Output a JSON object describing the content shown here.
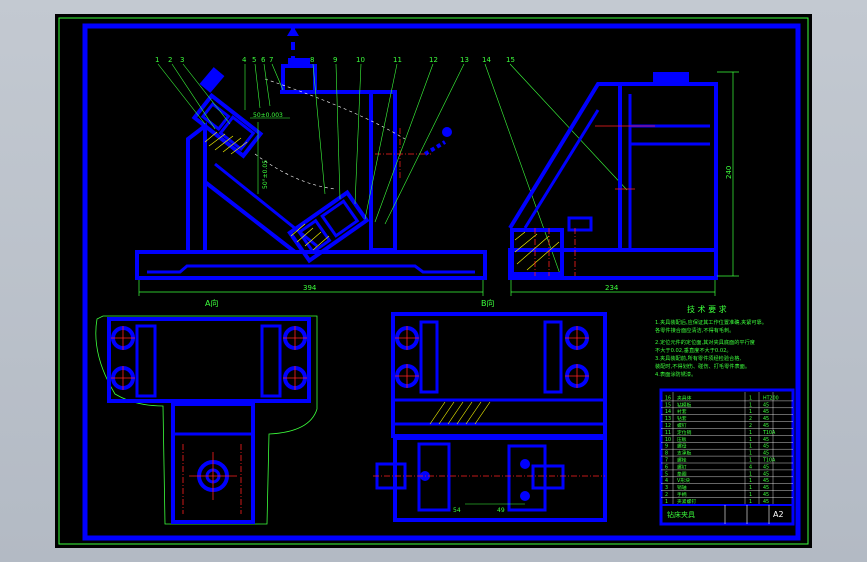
{
  "colors": {
    "background": "#000000",
    "outline": "#0000ff",
    "dimension": "#3cff3c",
    "center": "#ff2020",
    "hatch": "#ffff00",
    "frame": "#ffffff"
  },
  "part_numbers": [
    "1",
    "2",
    "3",
    "4",
    "5",
    "6",
    "7",
    "8",
    "9",
    "10",
    "11",
    "12",
    "13",
    "14",
    "15"
  ],
  "dimensions": {
    "front_width": "394",
    "side_width": "234",
    "side_height": "240",
    "bore_tolerance": "50±0.003",
    "angle_note": "50°±0.05",
    "bottom_a": "54",
    "bottom_b": "49"
  },
  "view_labels": {
    "view_a": "A向",
    "view_b": "B向"
  },
  "tech_requirements": {
    "title": "技 术 要 求",
    "lines": [
      "1.夹具装配后,应保证其工作位置准确,夹紧可靠。",
      "  各零件接合面应清洁,不得有毛刺。",
      "2.定位元件的定位面,其对夹具底面的平行度",
      "  不大于0.02,垂直度不大于0.02。",
      "3.夹具装配前,所有零件须经检验合格,",
      "  装配时,不得划伤、碰伤、打毛零件表面。",
      "  4.表面涂防锈漆。"
    ]
  },
  "title_block": {
    "rows": [
      [
        "16",
        "夹具体",
        "1",
        "HT200"
      ],
      [
        "15",
        "钻模板",
        "1",
        "45"
      ],
      [
        "14",
        "衬套",
        "1",
        "45"
      ],
      [
        "13",
        "钻套",
        "2",
        "45"
      ],
      [
        "12",
        "螺钉",
        "2",
        "45"
      ],
      [
        "11",
        "定位销",
        "1",
        "T10A"
      ],
      [
        "10",
        "压板",
        "1",
        "45"
      ],
      [
        "9",
        "螺母",
        "1",
        "45"
      ],
      [
        "8",
        "支承板",
        "1",
        "45"
      ],
      [
        "7",
        "螺栓",
        "1",
        "T10A"
      ],
      [
        "6",
        "螺钉",
        "4",
        "45"
      ],
      [
        "5",
        "垫圈",
        "1",
        "45"
      ],
      [
        "4",
        "V形块",
        "1",
        "45"
      ],
      [
        "3",
        "销轴",
        "1",
        "45"
      ],
      [
        "2",
        "手柄",
        "1",
        "45"
      ],
      [
        "1",
        "夹紧螺钉",
        "1",
        "45"
      ]
    ],
    "name": "钻床夹具",
    "sheet": "A2"
  }
}
